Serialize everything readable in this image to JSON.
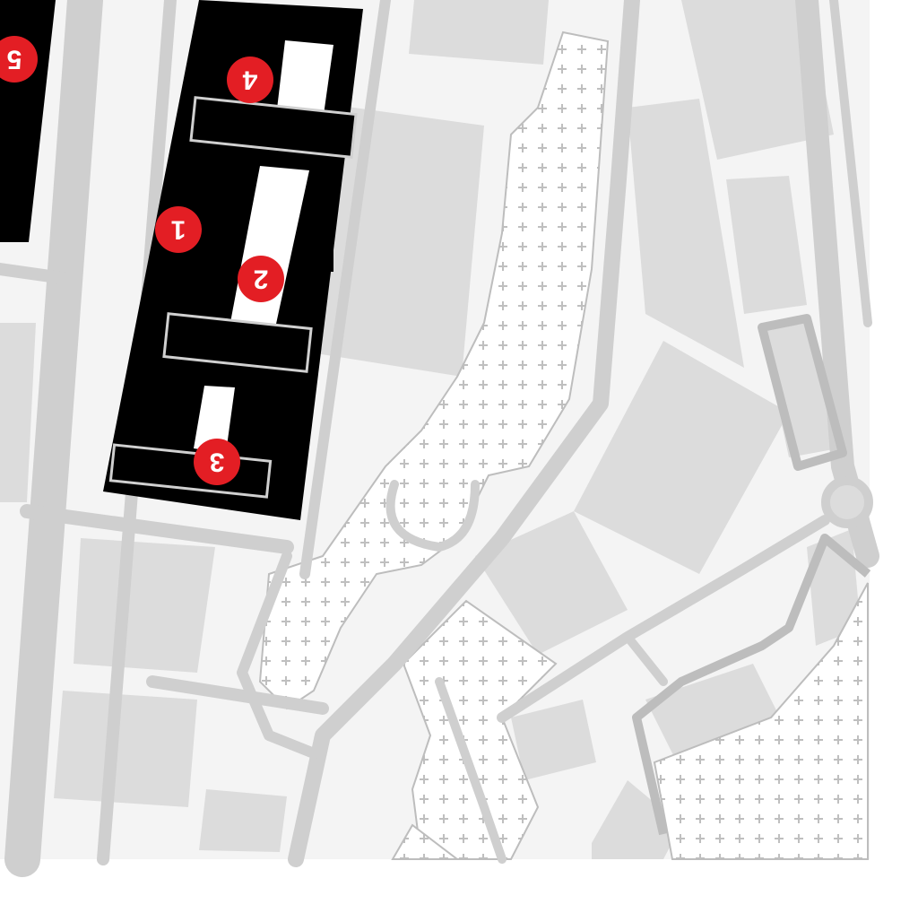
{
  "map": {
    "colors": {
      "background": "#ffffff",
      "block": "#dcdcdc",
      "road": "#cfcfcf",
      "road_outline": "#bdbdbd",
      "highlight_building": "#000000",
      "marker": "#e31e24",
      "marker_text": "#ffffff",
      "green_pattern": "#bfbfbf"
    },
    "markers": [
      {
        "id": "1",
        "label": "1"
      },
      {
        "id": "2",
        "label": "2"
      },
      {
        "id": "3",
        "label": "3"
      },
      {
        "id": "4",
        "label": "4"
      },
      {
        "id": "5",
        "label": "5"
      }
    ]
  }
}
